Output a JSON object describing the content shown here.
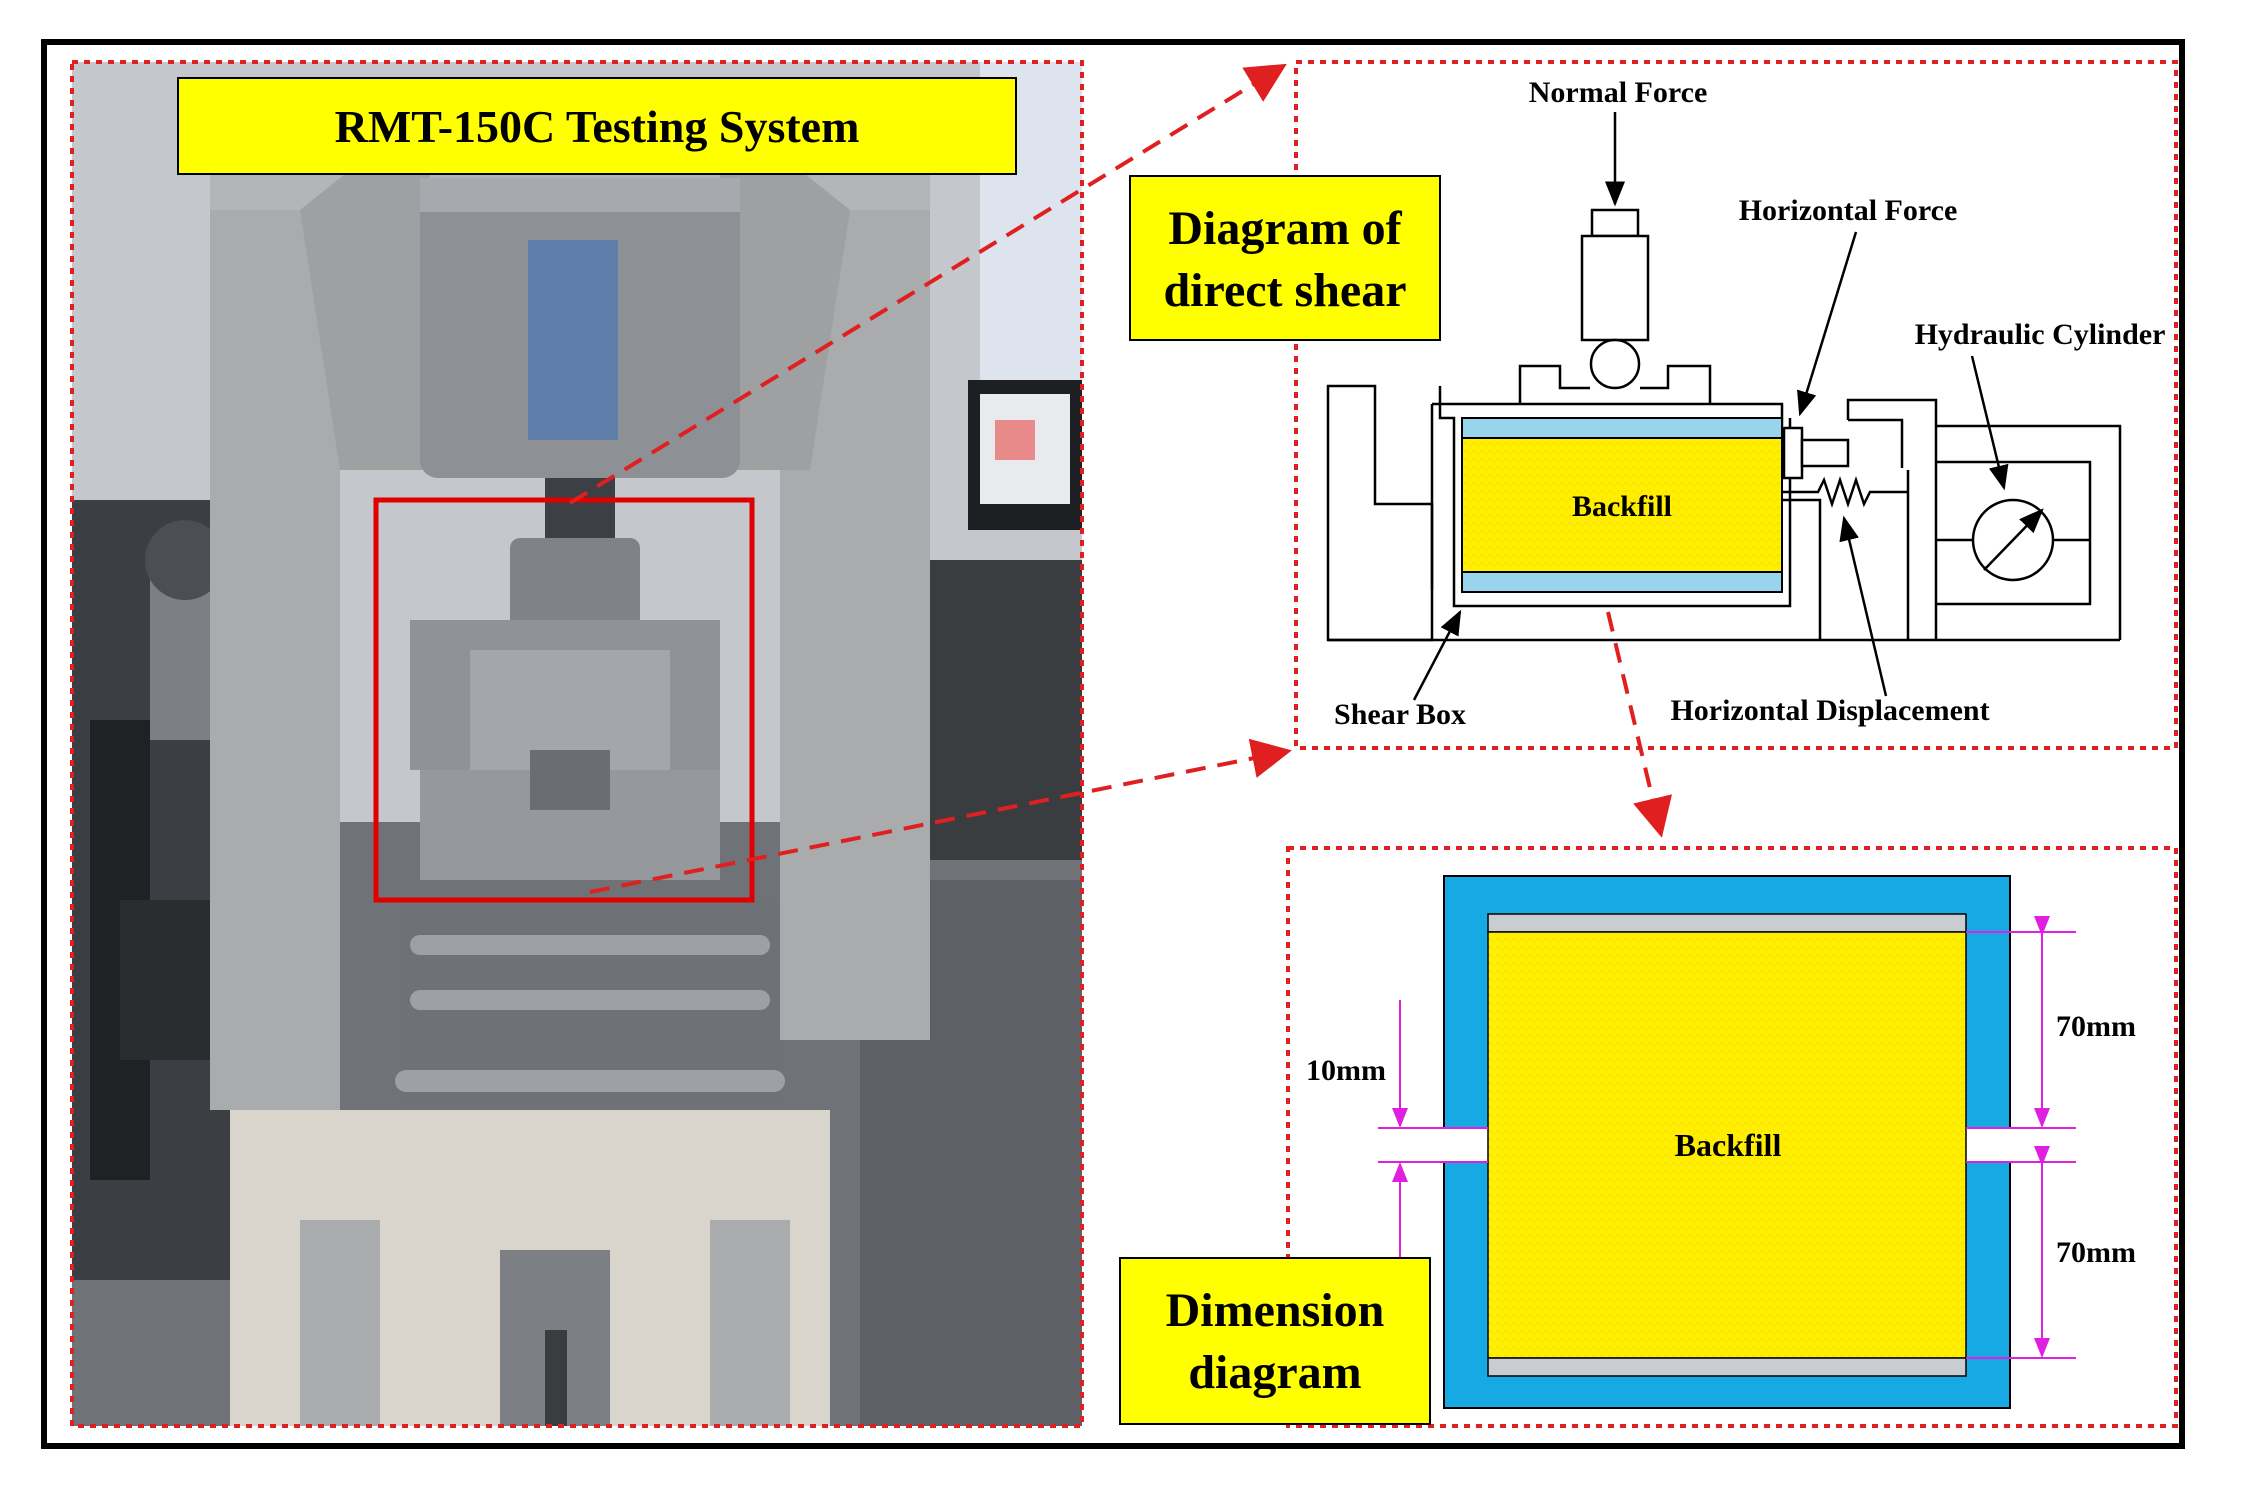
{
  "photo_panel": {
    "title": "RMT-150C Testing System"
  },
  "shear_diagram": {
    "title_line1": "Diagram of",
    "title_line2": "direct shear",
    "labels": {
      "normal_force": "Normal Force",
      "horizontal_force": "Horizontal Force",
      "hydraulic_cylinder": "Hydraulic Cylinder",
      "backfill": "Backfill",
      "shear_box": "Shear Box",
      "horizontal_displacement": "Horizontal Displacement"
    }
  },
  "dimension_diagram": {
    "title_line1": "Dimension",
    "title_line2": "diagram",
    "backfill": "Backfill",
    "dim_top": "70mm",
    "dim_bottom": "70mm",
    "dim_gap": "10mm"
  },
  "colors": {
    "title_box": "#ffff00",
    "backfill": "#ffee00",
    "shear_box_blue": "#17a9e3",
    "dashed_red": "#e02020",
    "highlight_red": "#e00000",
    "dimension_magenta": "#e020e0",
    "machine_gray": "#a9abad"
  },
  "icons": [
    "force-arrow-icon",
    "pressure-gauge-icon",
    "spring-icon"
  ]
}
